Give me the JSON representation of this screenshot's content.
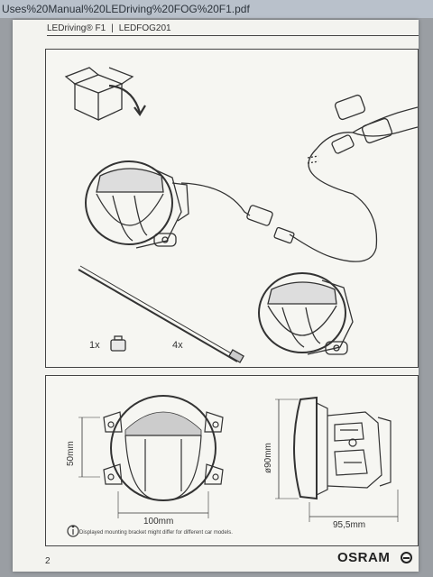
{
  "window": {
    "title": "Uses%20Manual%20LEDriving%20FOG%20F1.pdf"
  },
  "page": {
    "header_product": "LEDriving® F1",
    "header_separator": "|",
    "header_code": "LEDFOG201",
    "qty_connector": "1x",
    "qty_cable_tie": "4x",
    "dim_height": "50mm",
    "dim_diameter": "ø90mm",
    "dim_width": "100mm",
    "dim_depth": "95,5mm",
    "disclaimer": "Displayed mounting bracket might differ for different car models.",
    "page_number": "2",
    "brand": "OSRAM"
  }
}
